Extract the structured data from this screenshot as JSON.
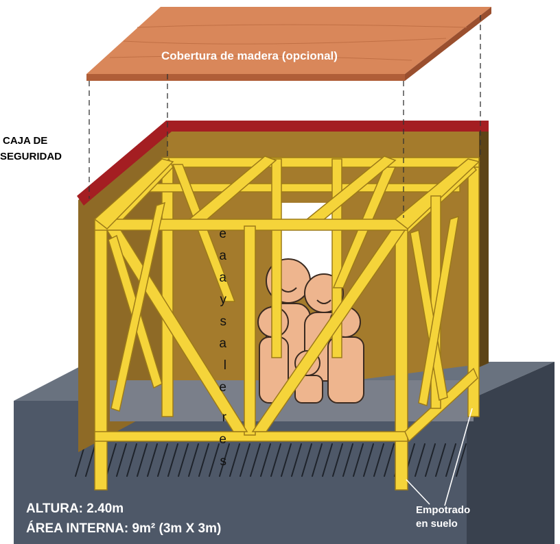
{
  "roof_label": "Cobertura de madera (opcional)",
  "box_title_line1": "CAJA DE",
  "box_title_line2": "SEGURIDAD",
  "side_text_fragments": [
    "e",
    "a",
    "a",
    "y",
    "s",
    "a",
    "l",
    "e",
    "r",
    "e",
    "s"
  ],
  "height_label": "ALTURA: 2.40m",
  "area_label": "ÁREA INTERNA: 9m² (3m X 3m)",
  "anchor_label_line1": "Empotrado",
  "anchor_label_line2": "en suelo",
  "colors": {
    "roof": "#d9875a",
    "wall": "#a47b2c",
    "wall_top_edge": "#a41e22",
    "timber": "#f5d43a",
    "ground": "#4e5868",
    "ground_side": "#39414e",
    "person": "#eeb58e"
  }
}
